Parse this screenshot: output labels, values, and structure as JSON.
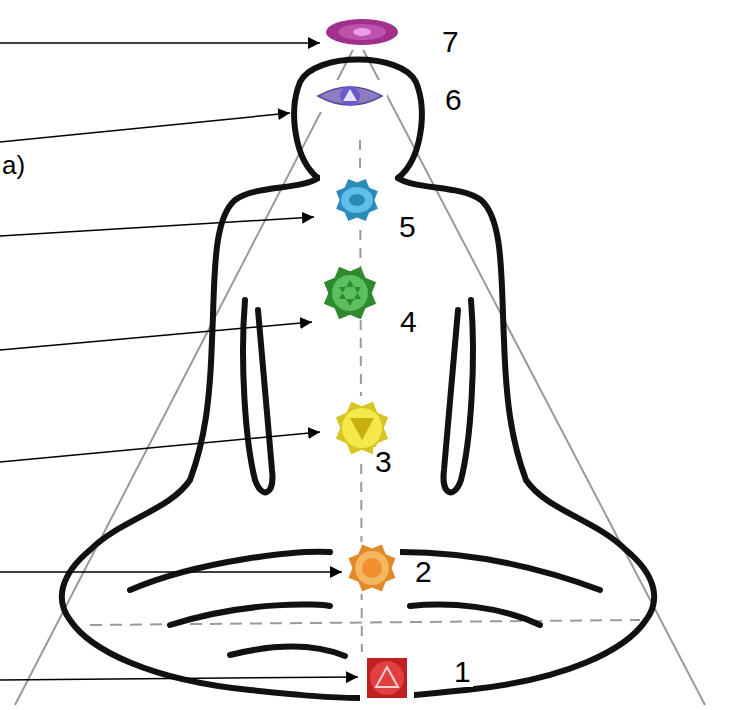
{
  "diagram": {
    "labels": [
      "7",
      "6",
      "a)",
      "5",
      "4",
      "3",
      "2",
      "1"
    ]
  }
}
